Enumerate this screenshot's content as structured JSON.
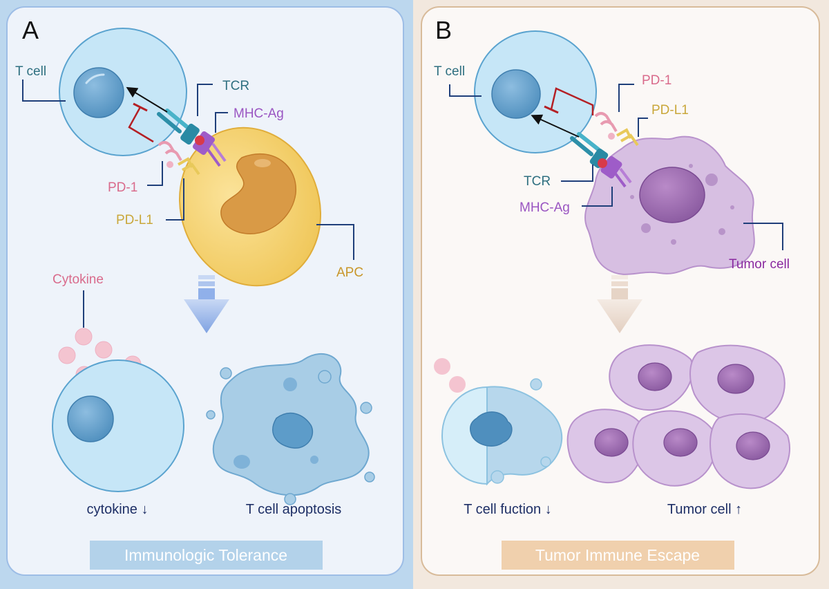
{
  "panel_a": {
    "letter": "A",
    "labels": {
      "t_cell": "T cell",
      "tcr": "TCR",
      "mhc_ag": "MHC-Ag",
      "pd1": "PD-1",
      "pdl1": "PD-L1",
      "apc": "APC",
      "cytokine": "Cytokine",
      "cytokine_down": "cytokine ↓",
      "apoptosis": "T cell apoptosis"
    },
    "banner": "Immunologic Tolerance"
  },
  "panel_b": {
    "letter": "B",
    "labels": {
      "t_cell": "T cell",
      "pd1": "PD-1",
      "pdl1": "PD-L1",
      "tcr": "TCR",
      "mhc_ag": "MHC-Ag",
      "tumor_cell": "Tumor cell",
      "t_cell_function": "T cell fuction ↓",
      "tumor_up": "Tumor cell ↑"
    },
    "banner": "Tumor Immune Escape"
  },
  "colors": {
    "panel_a_bg": "#bcd7ee",
    "panel_a_inner": "#eef3fa",
    "panel_b_bg": "#f2e8de",
    "panel_b_inner": "#fbf8f6",
    "t_cell": "#c6e6f7",
    "nucleus": "#5d9cc9",
    "apc": "#f5cf62",
    "apc_nucleus": "#d99a46",
    "tumor": "#d7bfe2",
    "tumor_nucleus": "#9e6fb0",
    "leader_line": "#1f3f7a",
    "inhibit": "#b42025",
    "label_teal": "#2e6f80",
    "label_purple": "#9a55c2",
    "label_pink": "#d96b8c",
    "label_yellow": "#c9a73a",
    "label_apc": "#c8962a",
    "label_tumor": "#8a2aa0",
    "text_dark": "#1e2f66",
    "banner_a": "#b3d2ea",
    "banner_b": "#f0d0ad"
  }
}
